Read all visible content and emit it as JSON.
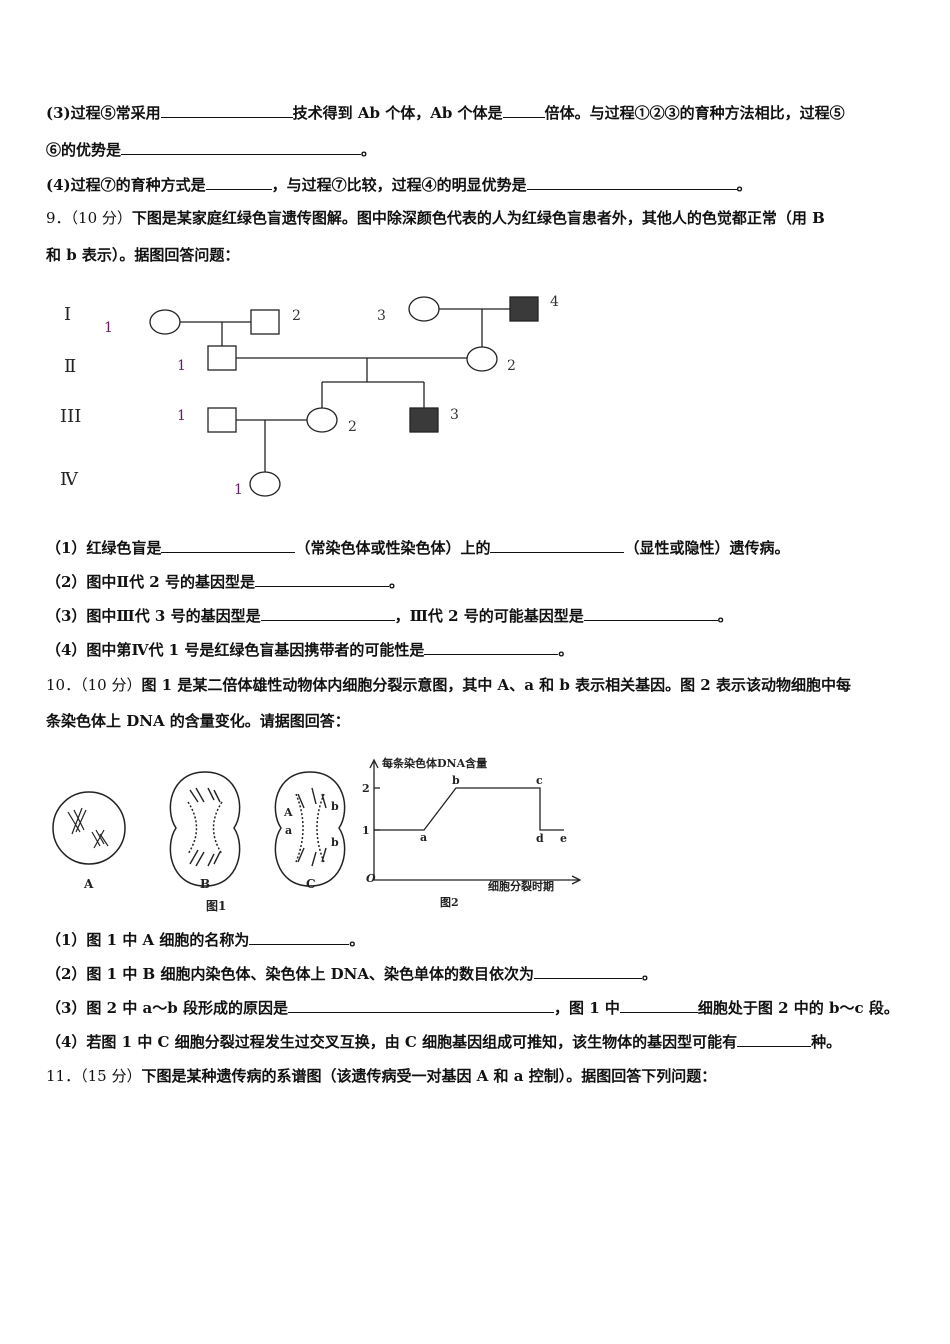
{
  "q8": {
    "p3_a": "(3)过程⑤常采用",
    "p3_b": "技术得到 Ab 个体，Ab 个体是",
    "p3_c": "倍体。与过程①②③的育种方法相比，过程⑤",
    "p3_d": "⑥的优势是",
    "p3_e": "。",
    "p4_a": "(4)过程⑦的育种方式是",
    "p4_b": "，与过程⑦比较，过程④的明显优势是",
    "p4_c": "。"
  },
  "q9": {
    "num": "9．",
    "points": "（10 分）",
    "stem_a": "下图是某家庭红绿色盲遗传图解。图中除深颜色代表的人为红绿色盲患者外，其他人的色觉都正常（用 B",
    "stem_b": "和 b 表示）。据图回答问题：",
    "pedigree": {
      "generations": [
        "Ⅰ",
        "Ⅱ",
        "III",
        "Ⅳ"
      ],
      "labels": [
        "1",
        "2",
        "3",
        "4",
        "1",
        "2",
        "1",
        "2",
        "3",
        "1"
      ]
    },
    "s1_a": "（1）红绿色盲是",
    "s1_b": "（常染色体或性染色体）上的",
    "s1_c": "（显性或隐性）遗传病。",
    "s2_a": "（2）图中Ⅱ代 2 号的基因型是",
    "s2_b": "。",
    "s3_a": "（3）图中Ⅲ代 3 号的基因型是",
    "s3_b": "，Ⅲ代 2 号的可能基因型是",
    "s3_c": "。",
    "s4_a": "（4）图中第Ⅳ代 1 号是红绿色盲基因携带者的可能性是",
    "s4_b": "。"
  },
  "q10": {
    "num": "10．",
    "points": "（10 分）",
    "stem_a": "图 1 是某二倍体雄性动物体内细胞分裂示意图，其中 A、a 和 b 表示相关基因。图 2 表示该动物细胞中每",
    "stem_b": "条染色体上 DNA 的含量变化。请据图回答：",
    "fig1": {
      "cells": [
        "A",
        "B",
        "C"
      ],
      "caption": "图1",
      "genes": [
        "A",
        "a",
        "b",
        "b"
      ]
    },
    "fig2": {
      "caption": "图2",
      "ylabel": "每条染色体DNA含量",
      "xlabel": "细胞分裂时期",
      "origin": "O",
      "yticks": [
        "1",
        "2"
      ],
      "points": [
        "a",
        "b",
        "c",
        "d",
        "e"
      ]
    },
    "s1_a": "（1）图 1 中 A 细胞的名称为",
    "s1_b": "。",
    "s2_a": "（2）图 1 中 B 细胞内染色体、染色体上 DNA、染色单体的数目依次为",
    "s2_b": "。",
    "s3_a": "（3）图 2 中 a～b 段形成的原因是",
    "s3_b": "，图 1 中",
    "s3_c": "细胞处于图 2 中的 b～c 段。",
    "s4_a": "（4）若图 1 中 C 细胞分裂过程发生过交叉互换，由 C 细胞基因组成可推知，该生物体的基因型可能有",
    "s4_b": "种。"
  },
  "q11": {
    "num": "11．",
    "points": "（15 分）",
    "stem": "下图是某种遗传病的系谱图（该遗传病受一对基因 A 和 a 控制）。据图回答下列问题："
  }
}
